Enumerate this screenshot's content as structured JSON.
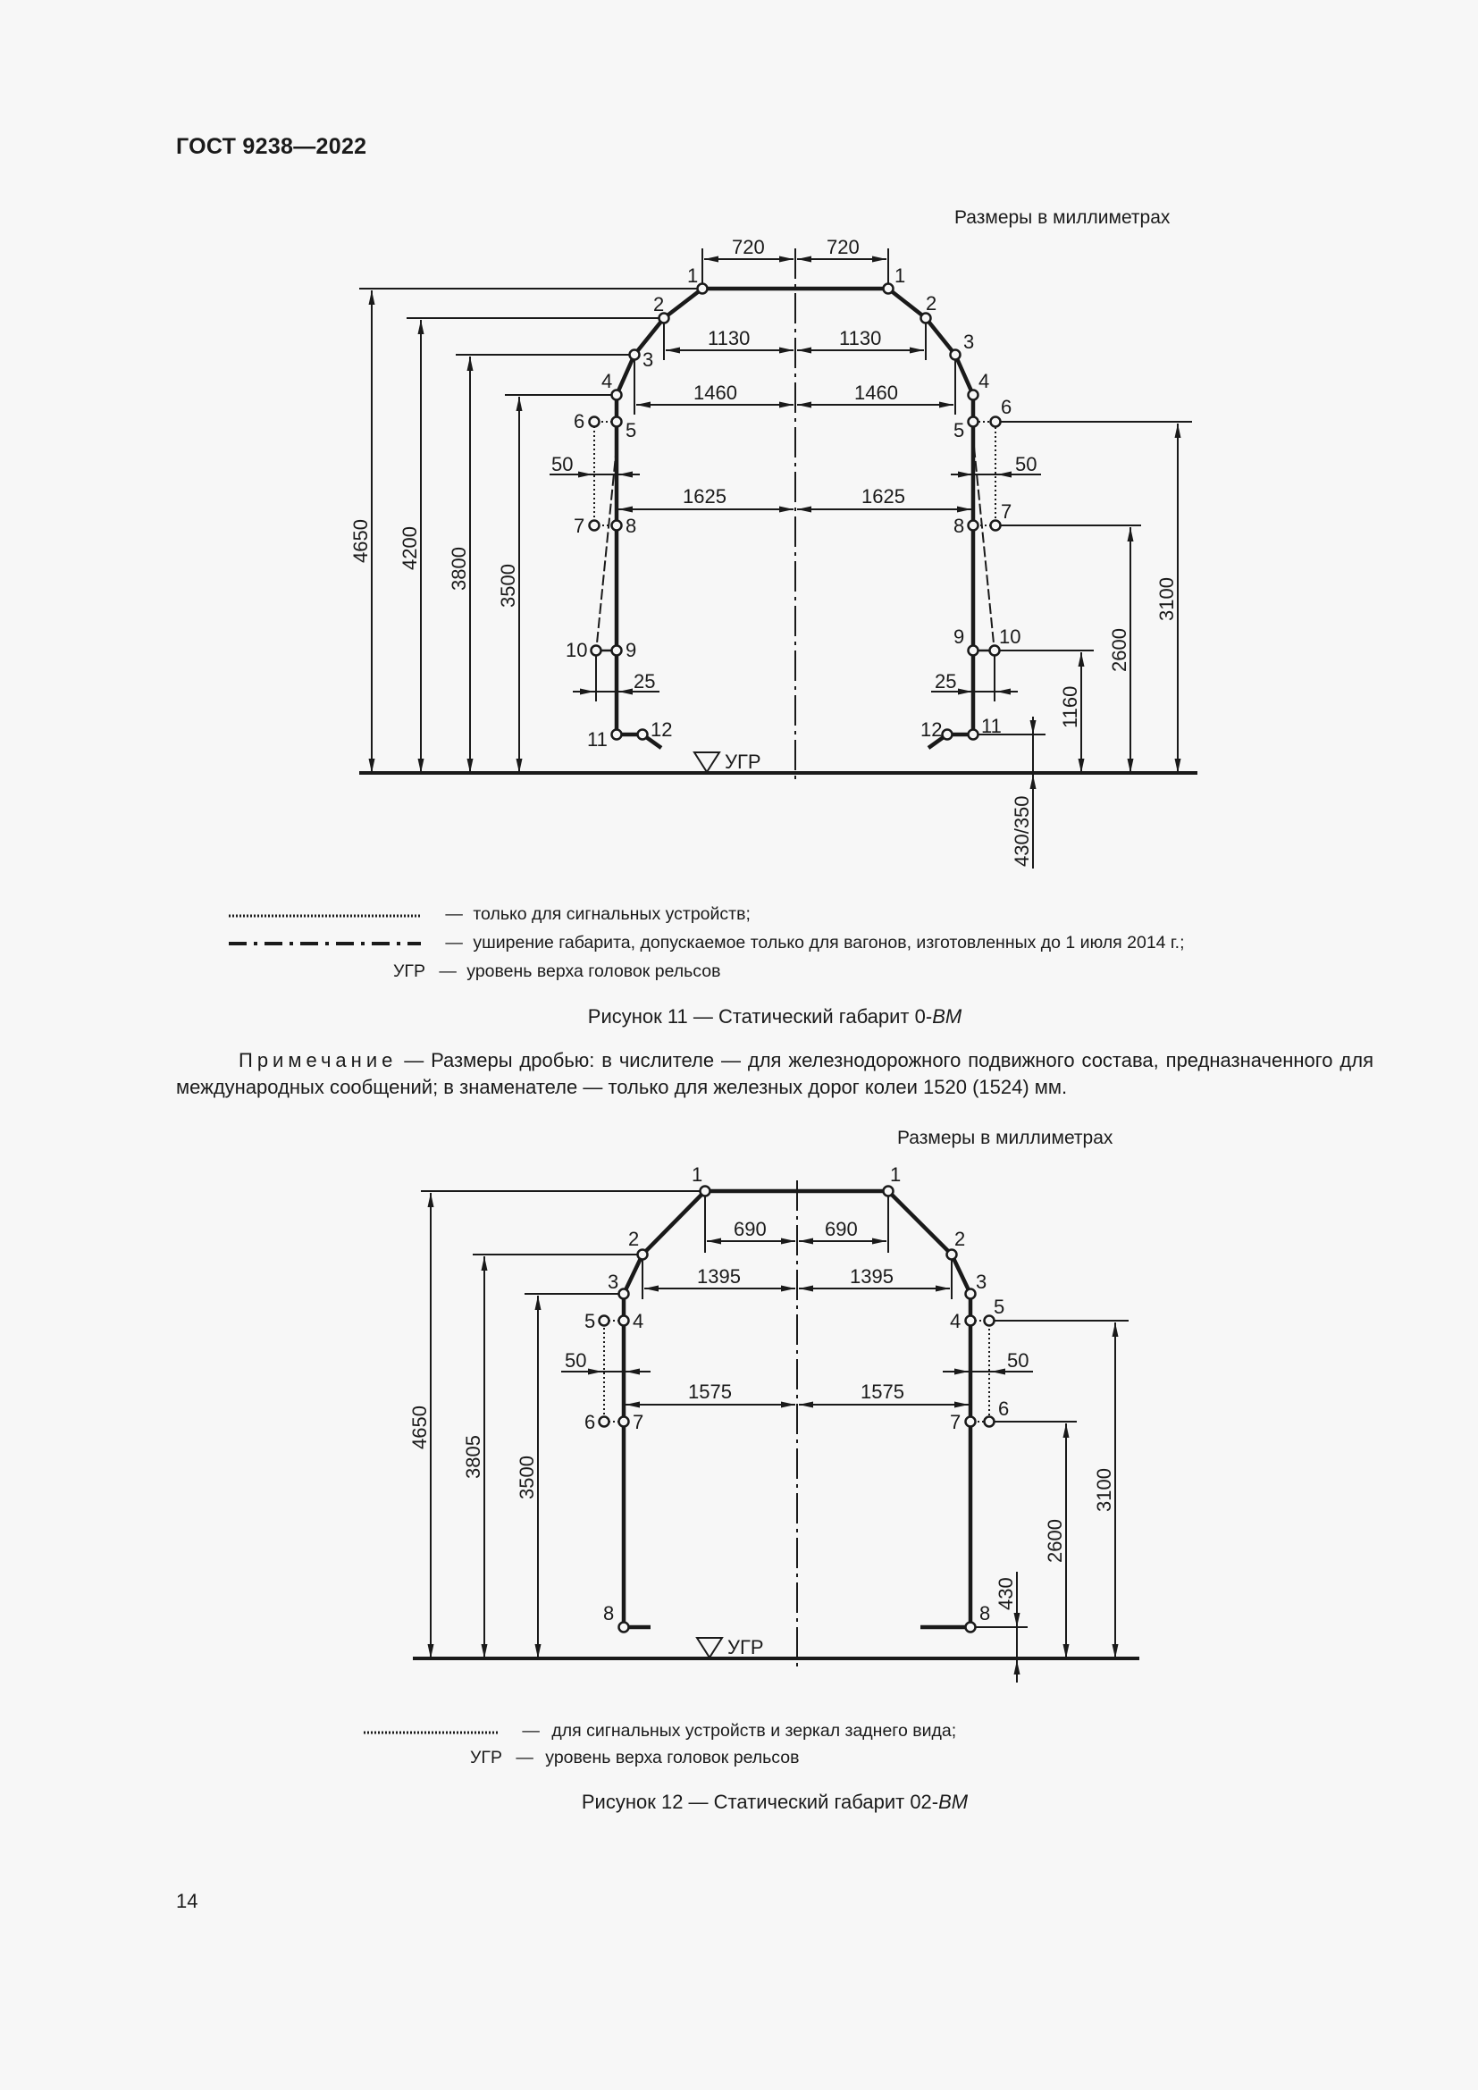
{
  "header": {
    "title": "ГОСТ 9238—2022"
  },
  "figure11": {
    "units_note": "Размеры в миллиметрах",
    "horizontal_dims": {
      "d720": "720",
      "d1130": "1130",
      "d1460": "1460",
      "d1625": "1625",
      "d50": "50",
      "d25": "25"
    },
    "vertical_dims": {
      "h4650": "4650",
      "h4200": "4200",
      "h3800": "3800",
      "h3500": "3500",
      "h3100": "3100",
      "h2600": "2600",
      "h1160": "1160",
      "h430_350": "430/350"
    },
    "points": [
      "1",
      "2",
      "3",
      "4",
      "5",
      "6",
      "7",
      "8",
      "9",
      "10",
      "11",
      "12"
    ],
    "ugr_label": "УГР",
    "legend": [
      {
        "sample": "dotted",
        "dash": "—",
        "text": "только для сигнальных устройств;"
      },
      {
        "sample": "dash-dot",
        "dash": "—",
        "text": "уширение габарита, допускаемое только для вагонов, изготовленных до 1 июля 2014 г.;"
      },
      {
        "sample": "УГР",
        "dash": "—",
        "text": "уровень верха головок рельсов"
      }
    ],
    "caption_prefix": "Рисунок 11 — Статический габарит 0-",
    "caption_italic": "ВМ"
  },
  "note": {
    "label": "Примечание",
    "text": " — Размеры дробью: в числителе — для железнодорожного подвижного состава, предназначенного для международных сообщений; в знаменателе — только для железных дорог колеи 1520 (1524) мм."
  },
  "figure12": {
    "units_note": "Размеры в миллиметрах",
    "horizontal_dims": {
      "d690": "690",
      "d1395": "1395",
      "d1575": "1575",
      "d50": "50"
    },
    "vertical_dims": {
      "h4650": "4650",
      "h3805": "3805",
      "h3500": "3500",
      "h3100": "3100",
      "h2600": "2600",
      "h430": "430"
    },
    "points": [
      "1",
      "2",
      "3",
      "4",
      "5",
      "6",
      "7",
      "8"
    ],
    "ugr_label": "УГР",
    "legend": [
      {
        "sample": "dotted",
        "dash": "—",
        "text": "для сигнальных устройств и зеркал заднего вида;"
      },
      {
        "sample": "УГР",
        "dash": "—",
        "text": "уровень верха головок рельсов"
      }
    ],
    "caption_prefix": "Рисунок 12 — Статический габарит 02-",
    "caption_italic": "ВМ"
  },
  "footer": {
    "page_number": "14"
  }
}
